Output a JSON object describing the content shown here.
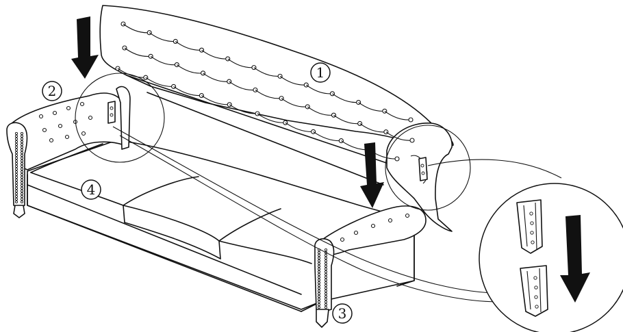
{
  "diagram": {
    "callouts": [
      {
        "id": "backrest",
        "label": "1"
      },
      {
        "id": "left-armrest",
        "label": "2"
      },
      {
        "id": "leg",
        "label": "3"
      },
      {
        "id": "seat-cushion",
        "label": "4"
      }
    ],
    "colors": {
      "ink": "#111111",
      "paper": "#ffffff"
    }
  }
}
